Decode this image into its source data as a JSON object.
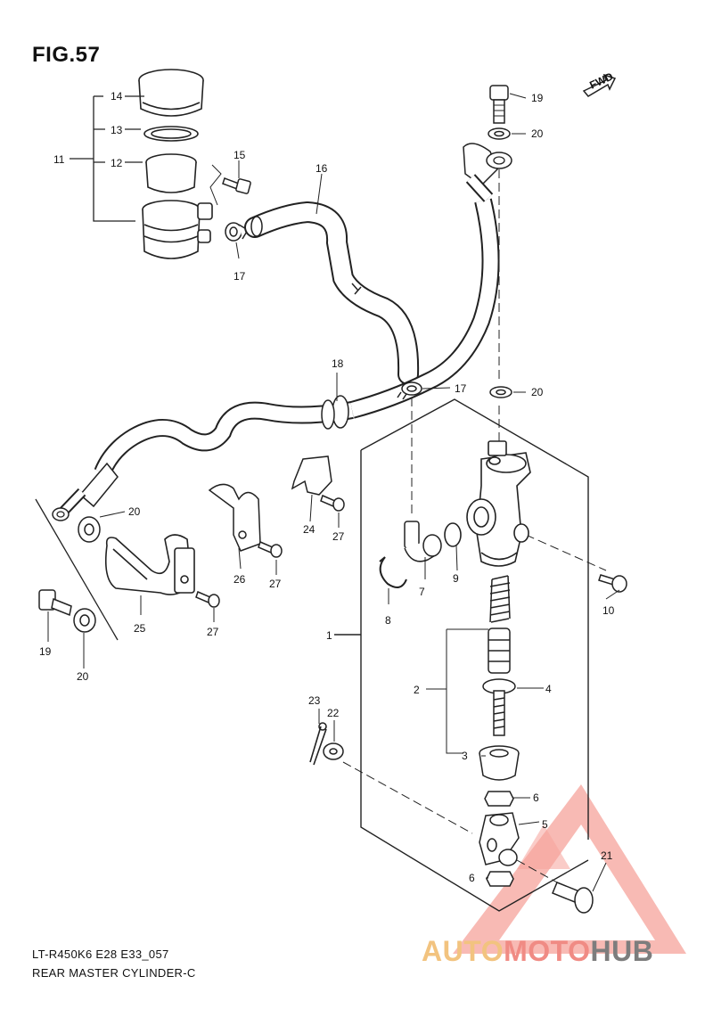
{
  "figure": {
    "title": "FIG.57",
    "model_code": "LT-R450K6 E28 E33_057",
    "part_name": "REAR MASTER CYLINDER-C"
  },
  "fwd_badge": "FWD",
  "watermark": {
    "part_a": "AUTO",
    "part_b": "MOTO",
    "part_c": "HUB"
  },
  "callouts": {
    "c1": "1",
    "c2": "2",
    "c3": "3",
    "c4": "4",
    "c5": "5",
    "c6a": "6",
    "c6b": "6",
    "c7": "7",
    "c8": "8",
    "c9": "9",
    "c10": "10",
    "c11": "11",
    "c12": "12",
    "c13": "13",
    "c14": "14",
    "c15": "15",
    "c16": "16",
    "c17a": "17",
    "c17b": "17",
    "c18": "18",
    "c19a": "19",
    "c19b": "19",
    "c20a": "20",
    "c20b": "20",
    "c20c": "20",
    "c20d": "20",
    "c21": "21",
    "c22": "22",
    "c23": "23",
    "c24": "24",
    "c25": "25",
    "c26": "26",
    "c27a": "27",
    "c27b": "27",
    "c27c": "27"
  },
  "colors": {
    "line": "#222222",
    "watermark_red": "#f5938a",
    "watermark_orange": "#f2c37f",
    "watermark_gray": "#7d7d7d"
  }
}
